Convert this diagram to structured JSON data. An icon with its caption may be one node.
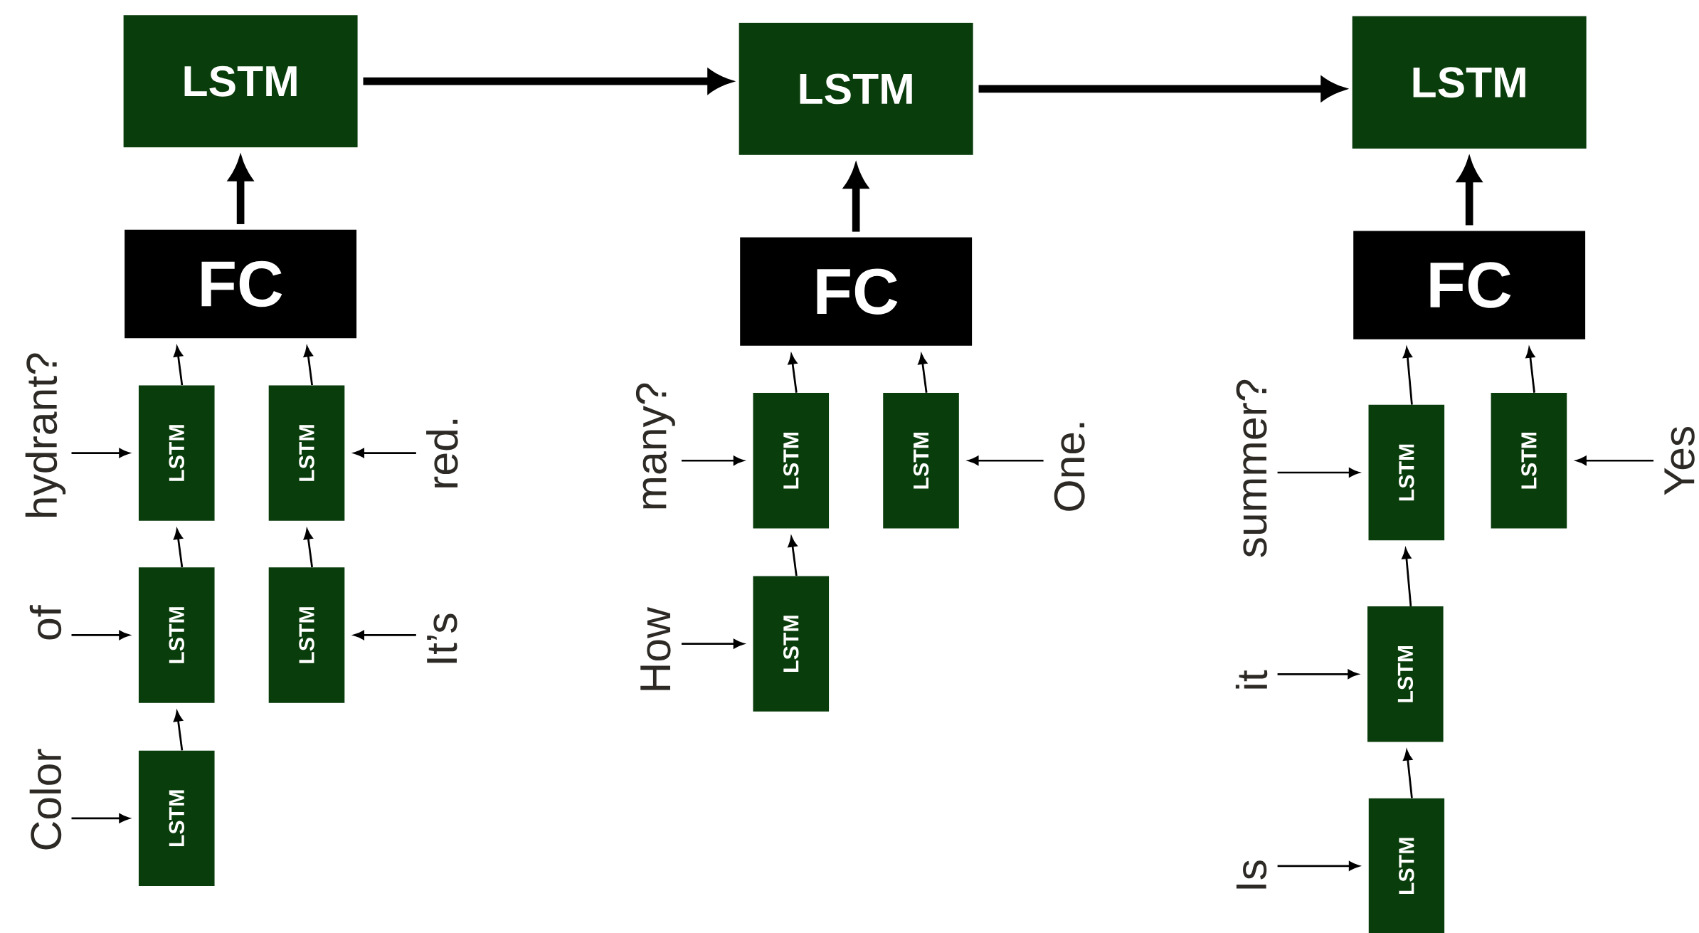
{
  "diagram": {
    "nodes": [
      {
        "text": [
          "LSTM"
        ]
      },
      {
        "text": [
          "LSTM"
        ]
      },
      {
        "text": [
          "LSTM"
        ]
      },
      {
        "text": [
          "FC"
        ]
      },
      {
        "text": [
          "FC"
        ]
      },
      {
        "text": [
          "FC"
        ]
      },
      {
        "text": [
          "LSTM"
        ]
      },
      {
        "text": [
          "LSTM"
        ]
      },
      {
        "text": [
          "LSTM"
        ]
      },
      {
        "text": [
          "LSTM"
        ]
      },
      {
        "text": [
          "LSTM"
        ]
      },
      {
        "text": [
          "hydrant?"
        ]
      },
      {
        "text": [
          "of"
        ]
      },
      {
        "text": [
          "Color"
        ]
      },
      {
        "text": [
          "red."
        ]
      },
      {
        "text": [
          "It’s"
        ]
      },
      {
        "text": [
          "LSTM"
        ]
      },
      {
        "text": [
          "LSTM"
        ]
      },
      {
        "text": [
          "LSTM"
        ]
      },
      {
        "text": [
          "many?"
        ]
      },
      {
        "text": [
          "How"
        ]
      },
      {
        "text": [
          "One."
        ]
      },
      {
        "text": [
          "LSTM"
        ]
      },
      {
        "text": [
          "LSTM"
        ]
      },
      {
        "text": [
          "LSTM"
        ]
      },
      {
        "text": [
          "LSTM"
        ]
      },
      {
        "text": [
          "summer?"
        ]
      },
      {
        "text": [
          "it"
        ]
      },
      {
        "text": [
          "Is"
        ]
      },
      {
        "text": [
          "Yes"
        ]
      }
    ],
    "edges": [
      {
        "from": 0,
        "to": 1,
        "arrow": "to",
        "style": "thick"
      },
      {
        "from": 1,
        "to": 2,
        "arrow": "to",
        "style": "thick"
      },
      {
        "from": 3,
        "to": 0,
        "arrow": "to",
        "style": "thick"
      },
      {
        "from": 4,
        "to": 1,
        "arrow": "to",
        "style": "thick"
      },
      {
        "from": 5,
        "to": 2,
        "arrow": "to",
        "style": "thick"
      },
      {
        "from": 8,
        "to": 7,
        "arrow": "to"
      },
      {
        "from": 7,
        "to": 6,
        "arrow": "to"
      },
      {
        "from": 6,
        "to": 3,
        "arrow": "to"
      },
      {
        "from": 10,
        "to": 9,
        "arrow": "to"
      },
      {
        "from": 9,
        "to": 3,
        "arrow": "to"
      },
      {
        "from": 13,
        "to": 8,
        "arrow": "to"
      },
      {
        "from": 12,
        "to": 7,
        "arrow": "to"
      },
      {
        "from": 11,
        "to": 6,
        "arrow": "to"
      },
      {
        "from": 15,
        "to": 10,
        "arrow": "to"
      },
      {
        "from": 14,
        "to": 9,
        "arrow": "to"
      },
      {
        "from": 17,
        "to": 16,
        "arrow": "to"
      },
      {
        "from": 16,
        "to": 4,
        "arrow": "to"
      },
      {
        "from": 18,
        "to": 4,
        "arrow": "to"
      },
      {
        "from": 20,
        "to": 17,
        "arrow": "to"
      },
      {
        "from": 19,
        "to": 16,
        "arrow": "to"
      },
      {
        "from": 21,
        "to": 18,
        "arrow": "to"
      },
      {
        "from": 24,
        "to": 23,
        "arrow": "to"
      },
      {
        "from": 23,
        "to": 22,
        "arrow": "to"
      },
      {
        "from": 22,
        "to": 5,
        "arrow": "to"
      },
      {
        "from": 25,
        "to": 5,
        "arrow": "to"
      },
      {
        "from": 28,
        "to": 24,
        "arrow": "to"
      },
      {
        "from": 27,
        "to": 23,
        "arrow": "to"
      },
      {
        "from": 26,
        "to": 22,
        "arrow": "to"
      },
      {
        "from": 29,
        "to": 25,
        "arrow": "to"
      }
    ]
  }
}
